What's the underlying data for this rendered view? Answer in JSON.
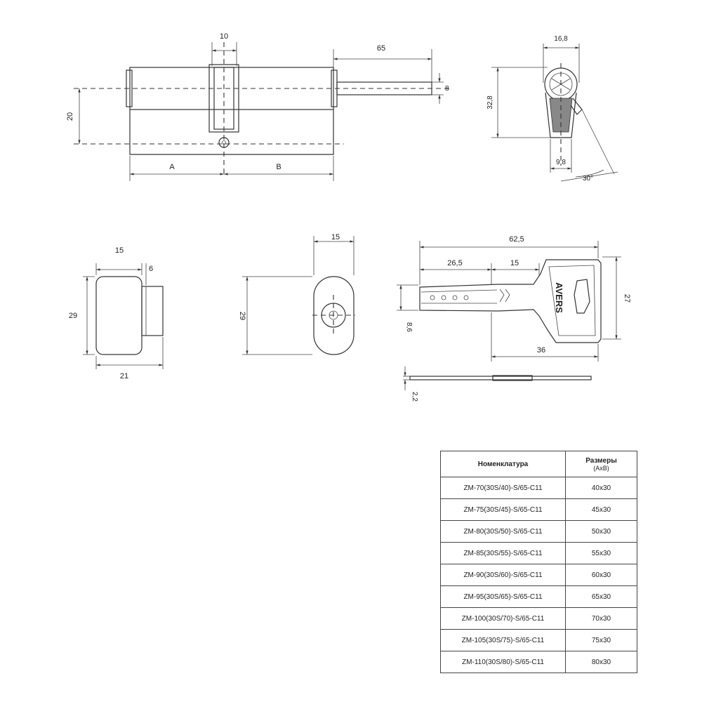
{
  "front_view": {
    "dim_cam_width": "10",
    "dim_key_tail": "65",
    "dim_tail_dia": "8",
    "dim_height": "20",
    "dim_a": "A",
    "dim_b": "B"
  },
  "side_view": {
    "dim_width": "16,8",
    "dim_height": "32,8",
    "dim_base": "9,8",
    "dim_angle": "30°"
  },
  "thumb_turn_side": {
    "dim_top": "15",
    "dim_stem": "6",
    "dim_height": "29",
    "dim_bottom": "21"
  },
  "thumb_turn_front": {
    "dim_width": "15",
    "dim_height": "29"
  },
  "key_view": {
    "dim_total": "62,5",
    "dim_blade": "26,5",
    "dim_segment": "15",
    "dim_head_h": "27",
    "dim_blade_h": "8,6",
    "dim_head_w": "36",
    "dim_thickness": "2,2",
    "brand": "AVERS"
  },
  "spec_table": {
    "header_name": "Номенклатура",
    "header_size": "Размеры",
    "header_size_sub": "(АхВ)",
    "rows": [
      {
        "name": "ZM-70(30S/40)-S/65-C11",
        "size": "40x30"
      },
      {
        "name": "ZM-75(30S/45)-S/65-C11",
        "size": "45x30"
      },
      {
        "name": "ZM-80(30S/50)-S/65-C11",
        "size": "50x30"
      },
      {
        "name": "ZM-85(30S/55)-S/65-C11",
        "size": "55x30"
      },
      {
        "name": "ZM-90(30S/60)-S/65-C11",
        "size": "60x30"
      },
      {
        "name": "ZM-95(30S/65)-S/65-C11",
        "size": "65x30"
      },
      {
        "name": "ZM-100(30S/70)-S/65-C11",
        "size": "70x30"
      },
      {
        "name": "ZM-105(30S/75)-S/65-C11",
        "size": "75x30"
      },
      {
        "name": "ZM-110(30S/80)-S/65-C11",
        "size": "80x30"
      }
    ]
  }
}
